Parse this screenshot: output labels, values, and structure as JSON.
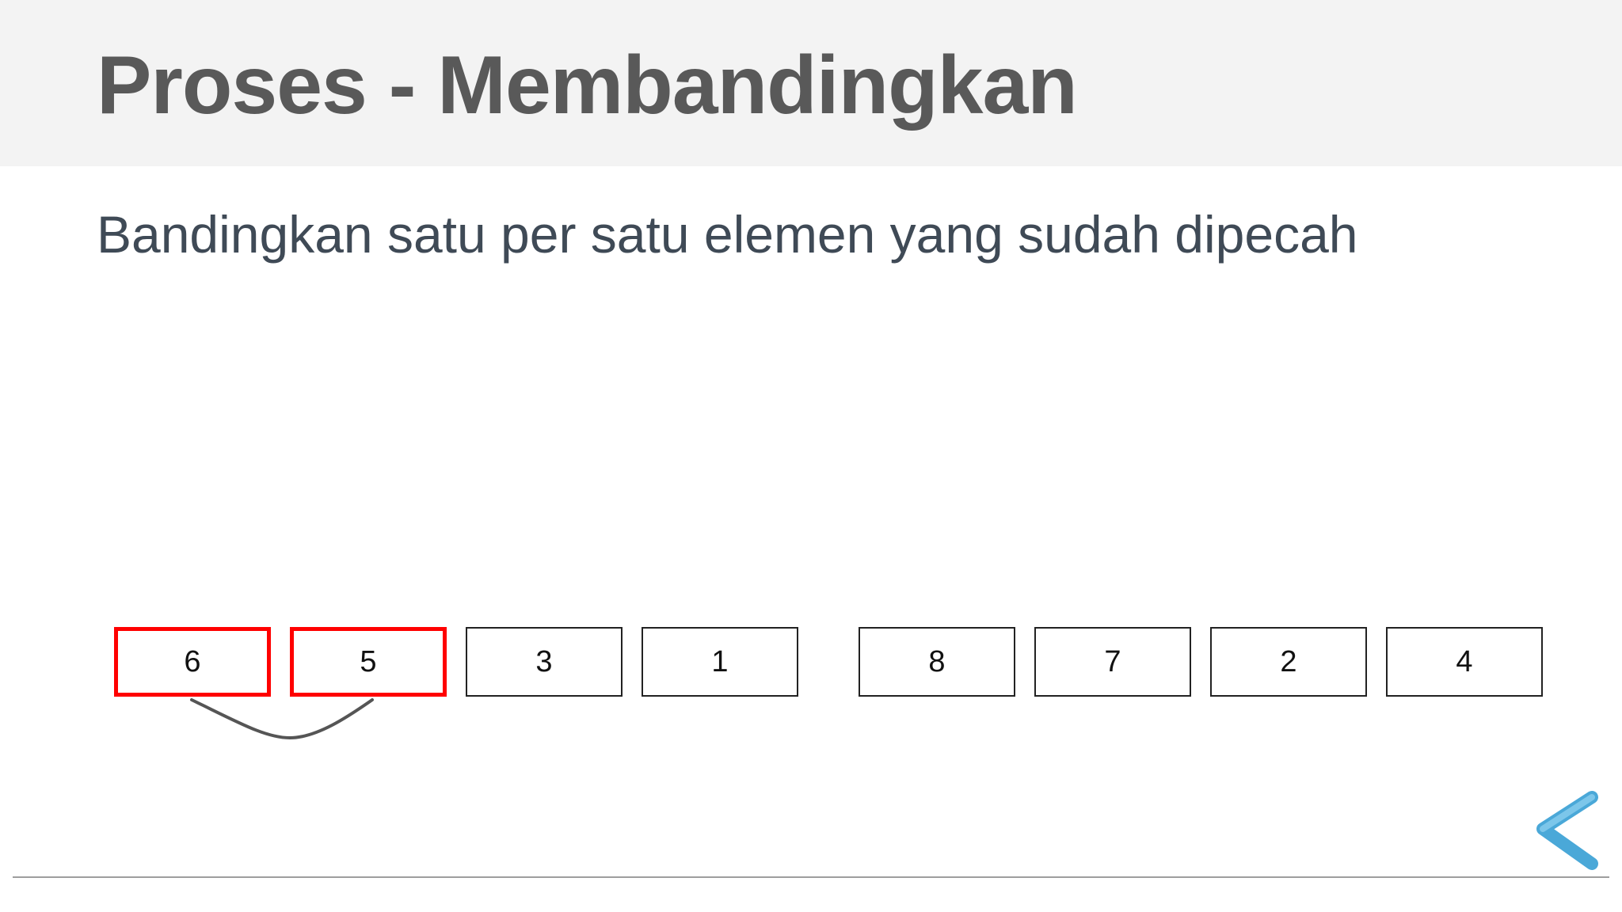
{
  "slide": {
    "title": "Proses - Membandingkan",
    "subtitle": "Bandingkan satu per satu elemen yang sudah dipecah"
  },
  "array": {
    "left_group": [
      "6",
      "5",
      "3",
      "1"
    ],
    "right_group": [
      "8",
      "7",
      "2",
      "4"
    ],
    "highlighted_indices": [
      0,
      1
    ]
  },
  "colors": {
    "title_band": "#f3f3f3",
    "title_text": "#595959",
    "subtitle_text": "#3f4a56",
    "highlight_border": "#ff0000",
    "box_border": "#222222",
    "connector": "#555555",
    "logo": "#4aa8d8"
  },
  "icons": {
    "logo": "k-arrow-logo-icon"
  }
}
